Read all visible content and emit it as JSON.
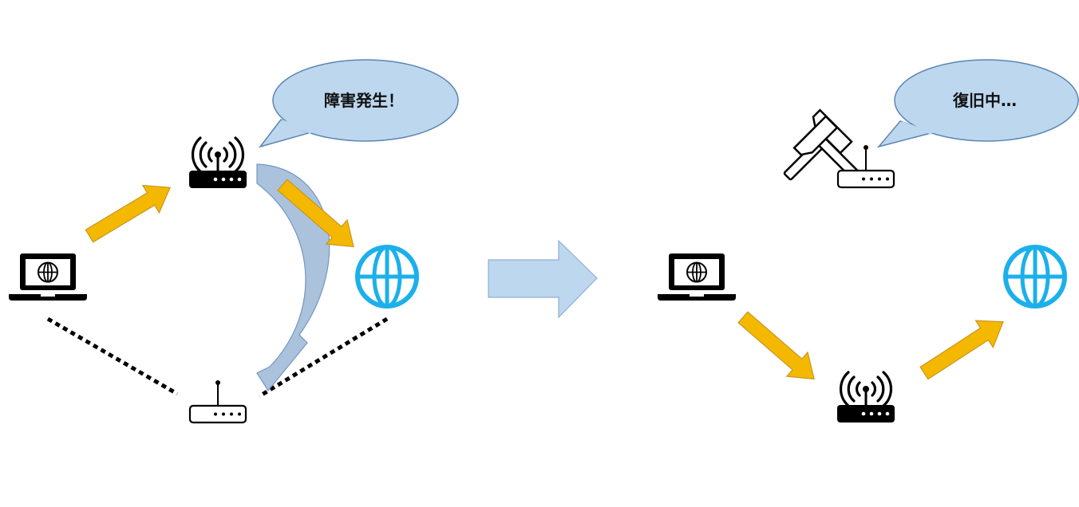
{
  "before": {
    "bubble_text": "障害発生！",
    "devices": {
      "laptop": "laptop-icon",
      "primary_router": "wifi-router-icon",
      "backup_router": "router-icon",
      "internet": "globe-icon"
    }
  },
  "transition": {
    "arrow": "right-arrow"
  },
  "after": {
    "bubble_text": "復旧中…",
    "devices": {
      "repair_tools": "hammer-icon",
      "repair_router": "router-icon",
      "laptop": "laptop-icon",
      "router": "wifi-router-icon",
      "internet": "globe-icon"
    }
  },
  "colors": {
    "flow_arrow": "#F5B800",
    "bubble": "#BDD7EE",
    "bubble_outline": "#5B85B5",
    "globe": "#1CB0EB",
    "reroute_arrow": "#9DB8D8"
  }
}
